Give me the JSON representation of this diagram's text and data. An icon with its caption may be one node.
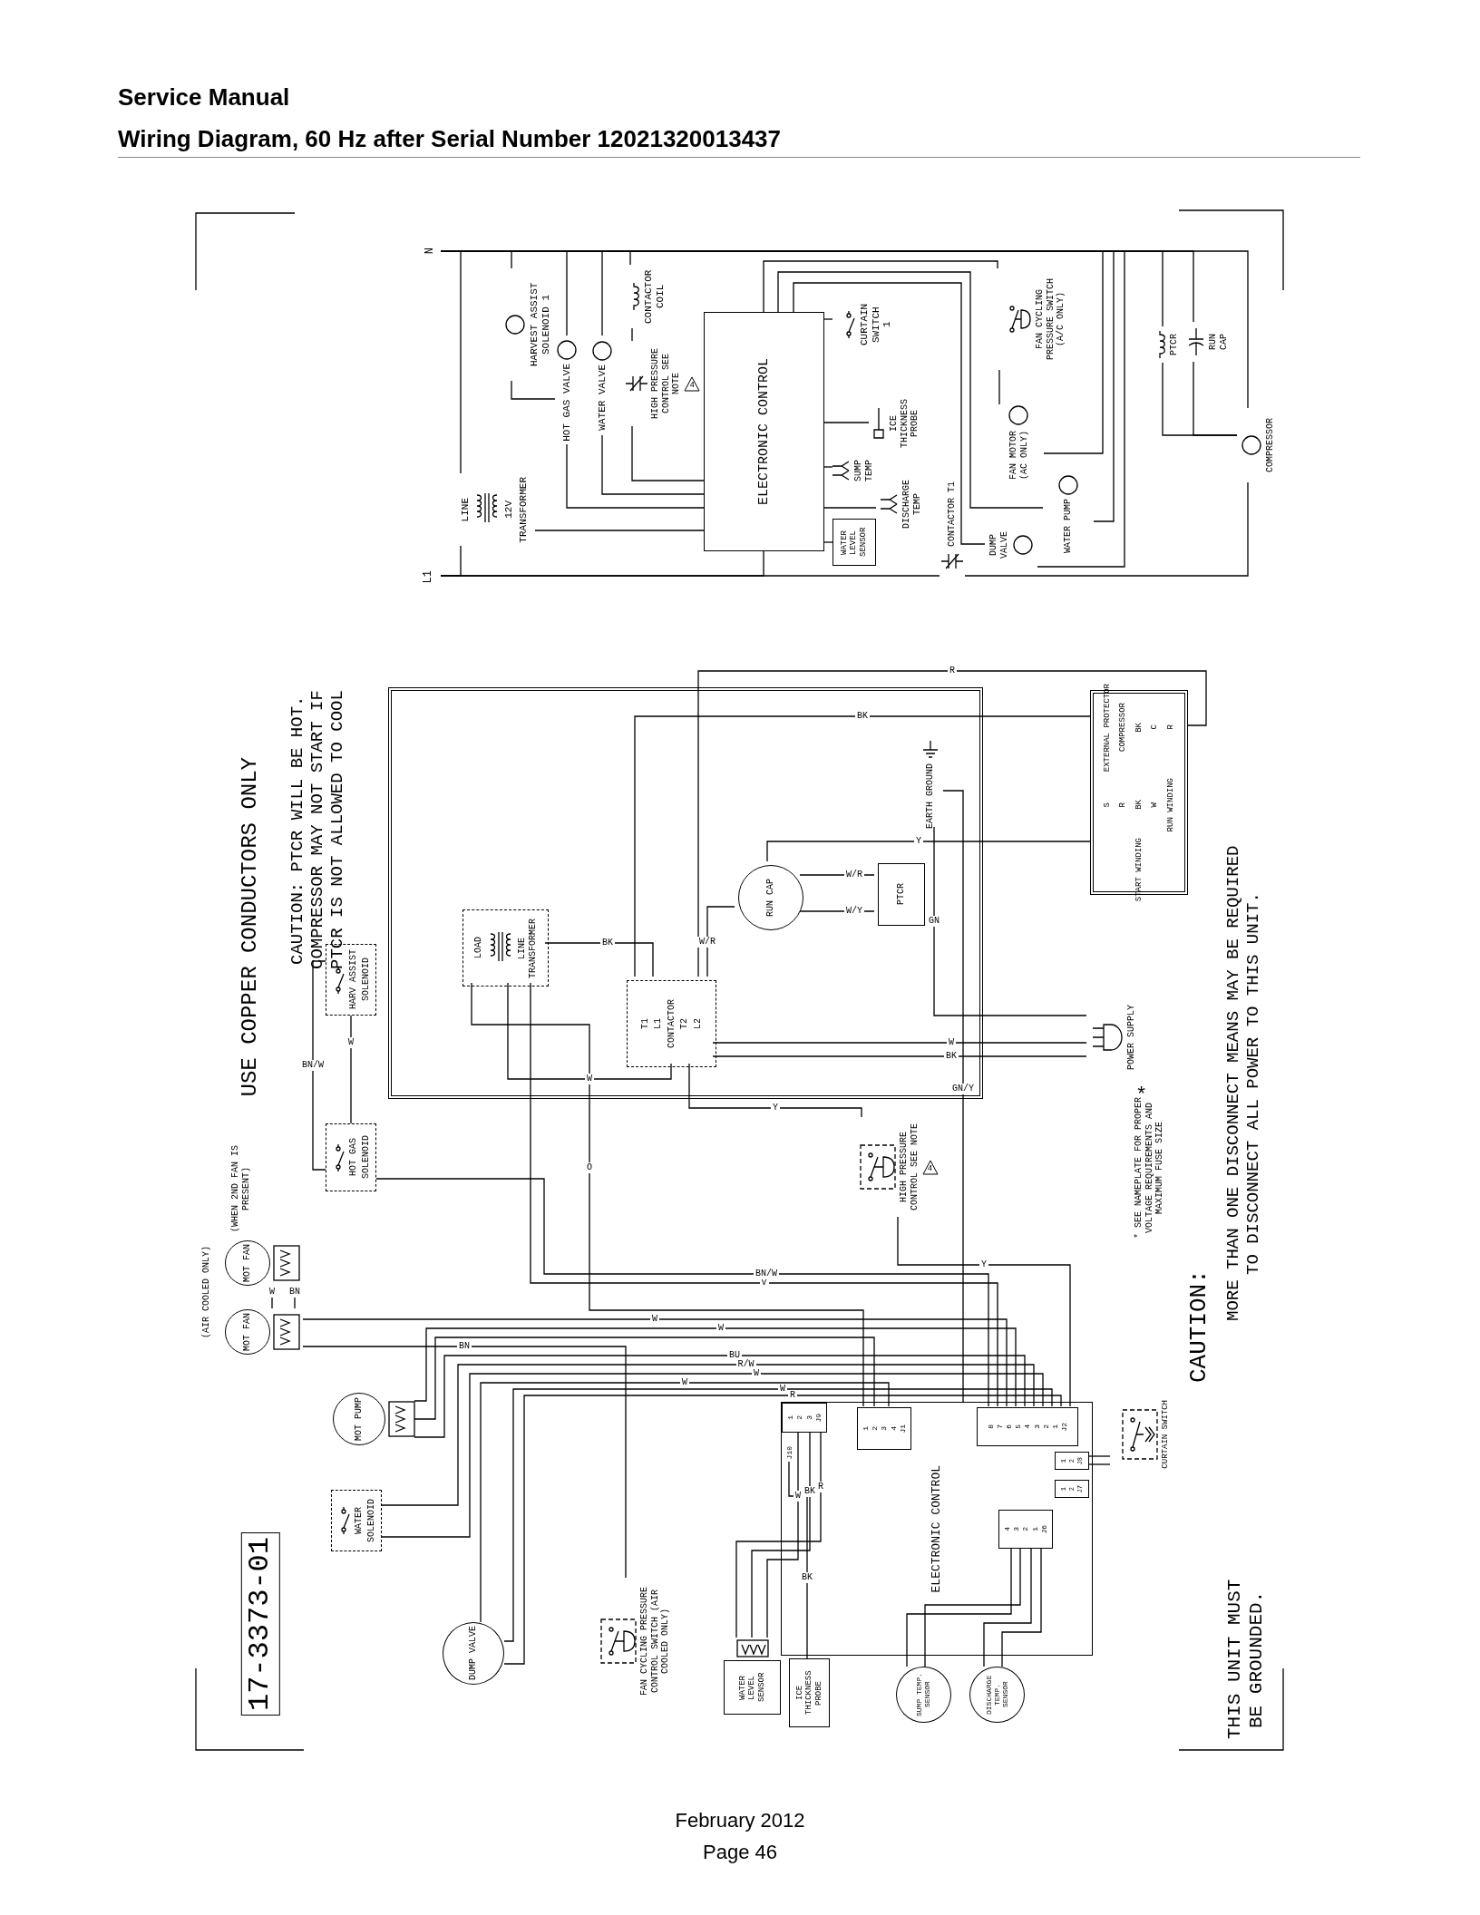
{
  "diagram": {
    "title": "Wiring Diagram, 60 Hz after Serial Number 12021320013437",
    "nodes": [
      {
        "text": [
          "N"
        ]
      },
      {
        "text": [
          "L1"
        ]
      },
      {
        "text": [
          "HARVEST ASSIST SOLENOID 1"
        ]
      },
      {
        "text": [
          "HOT GAS VALVE"
        ]
      },
      {
        "text": [
          "WATER VALVE"
        ]
      },
      {
        "text": [
          "CONTACTOR COIL"
        ]
      },
      {
        "text": [
          "HIGH PRESSURE CONTROL SEE NOTE",
          "4"
        ]
      },
      {
        "text": [
          "ELECTRONIC CONTROL"
        ]
      },
      {
        "text": [
          "CURTAIN SWITCH 1"
        ]
      },
      {
        "text": [
          "ICE THICKNESS PROBE"
        ]
      },
      {
        "text": [
          "SUMP TEMP"
        ]
      },
      {
        "text": [
          "DISCHARGE TEMP"
        ]
      },
      {
        "text": [
          "WATER LEVEL SENSOR"
        ]
      },
      {
        "text": [
          "LINE",
          "12V",
          "TRANSFORMER"
        ]
      },
      {
        "text": [
          "FAN CYCLING PRESSURE SWITCH (A/C ONLY)"
        ]
      },
      {
        "text": [
          "FAN MOTOR (AC ONLY)"
        ]
      },
      {
        "text": [
          "WATER PUMP"
        ]
      },
      {
        "text": [
          "DUMP VALVE"
        ]
      },
      {
        "text": [
          "CONTACTOR T1"
        ]
      },
      {
        "text": [
          "PTCR"
        ]
      },
      {
        "text": [
          "RUN CAP"
        ]
      },
      {
        "text": [
          "COMPRESSOR"
        ]
      },
      {
        "text": [],
        "shape": "box"
      },
      {
        "text": [
          "LOAD",
          "LINE TRANSFORMER"
        ],
        "in": 22
      },
      {
        "text": [
          "T1",
          "L1",
          "CONTACTOR",
          "T2",
          "L2"
        ],
        "in": 22
      },
      {
        "text": [
          "RUN CAP"
        ],
        "in": 22
      },
      {
        "text": [
          "PTCR"
        ],
        "in": 22
      },
      {
        "text": [
          "EARTH GROUND"
        ],
        "in": 22
      },
      {
        "text": [
          "EXTERNAL PROTECTOR",
          "COMPRESSOR",
          "BK",
          "C",
          "R",
          "S",
          "R",
          "BK",
          "W",
          "RUN WINDING",
          "START WINDING"
        ]
      },
      {
        "text": [
          "POWER SUPPLY"
        ],
        "beside": [
          "*"
        ]
      },
      {
        "text": [
          "HARV ASSIST",
          "SOLENOID"
        ]
      },
      {
        "text": [
          "HOT GAS",
          "SOLENOID"
        ]
      },
      {
        "text": [
          "MOT FAN"
        ]
      },
      {
        "text": [
          "MOT FAN"
        ]
      },
      {
        "text": [
          "MOT PUMP"
        ]
      },
      {
        "text": [
          "WATER",
          "SOLENOID"
        ]
      },
      {
        "text": [
          "DUMP VALVE"
        ]
      },
      {
        "text": [
          "FAN CYCLING PRESSURE CONTROL SWITCH (AIR COOLED ONLY)"
        ]
      },
      {
        "text": [
          "WATER LEVEL SENSOR"
        ]
      },
      {
        "text": [
          "ICE THICKNESS PROBE"
        ]
      },
      {
        "text": [
          "HIGH PRESSURE CONTROL SEE NOTE",
          "4"
        ]
      },
      {
        "text": [
          "ELECTRONIC CONTROL"
        ]
      },
      {
        "text": [
          "1",
          "2",
          "3",
          "J9"
        ],
        "in": 41
      },
      {
        "text": [
          "J10"
        ],
        "in": 41
      },
      {
        "text": [
          "1",
          "2",
          "3",
          "4",
          "J1"
        ],
        "in": 41
      },
      {
        "text": [
          "8",
          "7",
          "6",
          "5",
          "4",
          "3",
          "2",
          "1",
          "J2"
        ],
        "in": 41
      },
      {
        "text": [
          "1",
          "2",
          "J8"
        ],
        "in": 41
      },
      {
        "text": [
          "1",
          "2",
          "J7"
        ],
        "in": 41
      },
      {
        "text": [
          "4",
          "3",
          "2",
          "1",
          "J6"
        ],
        "in": 41
      },
      {
        "text": [
          "CURTAIN SWITCH"
        ]
      },
      {
        "text": [
          "SUMP TEMP. SENSOR"
        ]
      },
      {
        "text": [
          "DISCHARGE TEMP. SENSOR"
        ]
      }
    ],
    "edges": [
      {
        "from": 0,
        "to": 2,
        "arrow": "none"
      },
      {
        "from": 2,
        "to": 3,
        "arrow": "none"
      },
      {
        "from": 0,
        "to": 3,
        "arrow": "none"
      },
      {
        "from": 3,
        "to": 7,
        "arrow": "none"
      },
      {
        "from": 0,
        "to": 4,
        "arrow": "none"
      },
      {
        "from": 4,
        "to": 7,
        "arrow": "none"
      },
      {
        "from": 0,
        "to": 5,
        "arrow": "none"
      },
      {
        "from": 5,
        "to": 6,
        "arrow": "none"
      },
      {
        "from": 6,
        "to": 7,
        "arrow": "none"
      },
      {
        "from": 0,
        "to": 13,
        "arrow": "none"
      },
      {
        "from": 13,
        "to": 1,
        "arrow": "none"
      },
      {
        "from": 13,
        "to": 7,
        "arrow": "none"
      },
      {
        "from": 7,
        "to": 1,
        "arrow": "none"
      },
      {
        "from": 7,
        "to": 8,
        "arrow": "none"
      },
      {
        "from": 7,
        "to": 9,
        "arrow": "none"
      },
      {
        "from": 7,
        "to": 10,
        "arrow": "none"
      },
      {
        "from": 7,
        "to": 11,
        "arrow": "none"
      },
      {
        "from": 7,
        "to": 12,
        "arrow": "none"
      },
      {
        "from": 7,
        "to": 14,
        "arrow": "none"
      },
      {
        "from": 14,
        "to": 15,
        "arrow": "none"
      },
      {
        "from": 15,
        "to": 0,
        "arrow": "none"
      },
      {
        "from": 7,
        "to": 16,
        "arrow": "none"
      },
      {
        "from": 16,
        "to": 0,
        "arrow": "none"
      },
      {
        "from": 7,
        "to": 17,
        "arrow": "none"
      },
      {
        "from": 17,
        "to": 0,
        "arrow": "none"
      },
      {
        "from": 1,
        "to": 18,
        "arrow": "none"
      },
      {
        "from": 18,
        "to": 21,
        "arrow": "none"
      },
      {
        "from": 21,
        "to": 0,
        "arrow": "none"
      },
      {
        "from": 0,
        "to": 19,
        "arrow": "none"
      },
      {
        "from": 19,
        "to": 21,
        "arrow": "none"
      },
      {
        "from": 0,
        "to": 20,
        "arrow": "none"
      },
      {
        "from": 20,
        "to": 21,
        "arrow": "none"
      },
      {
        "from": 30,
        "to": 31,
        "label": "BN/W",
        "arrow": "none"
      },
      {
        "from": 30,
        "to": 31,
        "label": "W",
        "arrow": "none"
      },
      {
        "from": 23,
        "to": 24,
        "label": "W",
        "arrow": "none"
      },
      {
        "from": 23,
        "to": 24,
        "label": "BK",
        "arrow": "none"
      },
      {
        "from": 23,
        "to": 44,
        "label": "O",
        "arrow": "none"
      },
      {
        "from": 23,
        "to": 45,
        "label": "V",
        "arrow": "none"
      },
      {
        "from": 24,
        "to": 29,
        "label": "W",
        "arrow": "none"
      },
      {
        "from": 24,
        "to": 29,
        "label": "BK",
        "arrow": "none"
      },
      {
        "from": 24,
        "to": 28,
        "label": "BK",
        "arrow": "none"
      },
      {
        "from": 24,
        "to": 28,
        "label": "R",
        "arrow": "none"
      },
      {
        "from": 24,
        "to": 25,
        "label": "W/R",
        "arrow": "none"
      },
      {
        "from": 25,
        "to": 26,
        "label": "W/R",
        "arrow": "none"
      },
      {
        "from": 25,
        "to": 26,
        "label": "W/Y",
        "arrow": "none"
      },
      {
        "from": 25,
        "to": 28,
        "label": "Y",
        "arrow": "none"
      },
      {
        "from": 24,
        "to": 40,
        "label": "Y",
        "arrow": "none"
      },
      {
        "from": 27,
        "to": 29,
        "label": "GN",
        "arrow": "none"
      },
      {
        "from": 27,
        "to": 41,
        "label": "GN/Y",
        "arrow": "none"
      },
      {
        "from": 32,
        "to": 33,
        "label": "W",
        "arrow": "none"
      },
      {
        "from": 32,
        "to": 33,
        "label": "BN",
        "arrow": "none"
      },
      {
        "from": 33,
        "to": 45,
        "label": "W",
        "arrow": "none"
      },
      {
        "from": 33,
        "to": 37,
        "label": "BN",
        "arrow": "none"
      },
      {
        "from": 34,
        "to": 45,
        "label": "W",
        "arrow": "none"
      },
      {
        "from": 34,
        "to": 44,
        "arrow": "none"
      },
      {
        "from": 34,
        "to": 45,
        "label": "BU",
        "arrow": "none"
      },
      {
        "from": 35,
        "to": 45,
        "label": "R/W",
        "arrow": "none"
      },
      {
        "from": 35,
        "to": 45,
        "label": "W",
        "arrow": "none"
      },
      {
        "from": 36,
        "to": 44,
        "label": "W",
        "arrow": "none"
      },
      {
        "from": 36,
        "to": 45,
        "label": "W",
        "arrow": "none"
      },
      {
        "from": 36,
        "to": 45,
        "label": "R",
        "arrow": "none"
      },
      {
        "from": 31,
        "to": 45,
        "label": "BN/W",
        "arrow": "none"
      },
      {
        "from": 40,
        "to": 45,
        "label": "Y",
        "arrow": "none"
      },
      {
        "from": 38,
        "to": 42,
        "label": "R",
        "arrow": "none"
      },
      {
        "from": 38,
        "to": 42,
        "label": "BK",
        "arrow": "none"
      },
      {
        "from": 38,
        "to": 42,
        "label": "W",
        "arrow": "none"
      },
      {
        "from": 39,
        "to": 43,
        "label": "BK",
        "arrow": "none"
      },
      {
        "from": 49,
        "to": 46,
        "arrow": "none"
      },
      {
        "from": 49,
        "to": 46,
        "arrow": "none"
      },
      {
        "from": 50,
        "to": 48,
        "arrow": "none"
      },
      {
        "from": 50,
        "to": 48,
        "arrow": "none"
      },
      {
        "from": 51,
        "to": 48,
        "arrow": "none"
      },
      {
        "from": 51,
        "to": 48,
        "arrow": "none"
      }
    ],
    "labels": [
      "Service Manual",
      "USE COPPER CONDUCTORS ONLY",
      "CAUTION: PTCR WILL BE HOT. COMPRESSOR MAY NOT START IF PTCR IS NOT ALLOWED TO COOL",
      "(WHEN 2ND FAN IS PRESENT)",
      "(AIR COOLED ONLY)",
      "17-3373-01",
      "* SEE NAMEPLATE FOR PROPER VOLTAGE REQUIREMENTS AND MAXIMUM FUSE SIZE",
      "CAUTION:",
      "MORE THAN ONE DISCONNECT MEANS MAY BE REQUIRED TO DISCONNECT ALL POWER TO THIS UNIT.",
      "THIS UNIT MUST BE GROUNDED.",
      "February 2012",
      "Page 46"
    ]
  }
}
